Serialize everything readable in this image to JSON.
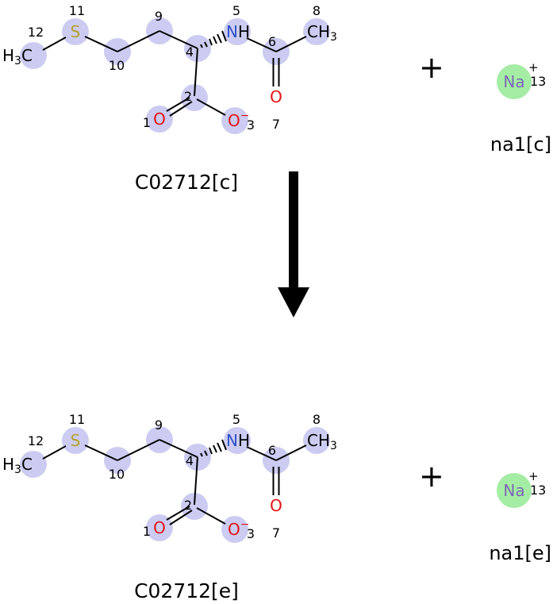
{
  "figure": {
    "background": "#ffffff"
  },
  "reaction": {
    "reactants": {
      "compound_label": "C02712[c]",
      "plus": "+",
      "ion_label": "na1[c]"
    },
    "products": {
      "compound_label": "C02712[e]",
      "plus": "+",
      "ion_label": "na1[e]"
    }
  },
  "ion": {
    "symbol": "Na",
    "charge": "+",
    "map_number": "13"
  },
  "molecule": {
    "atoms": {
      "o1": {
        "number": "1",
        "symbol": "O"
      },
      "c2": {
        "number": "2"
      },
      "o3": {
        "number": "3",
        "symbol": "O",
        "charge": "−"
      },
      "c4": {
        "number": "4"
      },
      "n5": {
        "number": "5",
        "n": "N",
        "h": "H"
      },
      "c6": {
        "number": "6"
      },
      "o7": {
        "number": "7",
        "symbol": "O"
      },
      "c8": {
        "number": "8",
        "c": "C",
        "h": "H",
        "sub": "3"
      },
      "c9": {
        "number": "9"
      },
      "c10": {
        "number": "10"
      },
      "s11": {
        "number": "11",
        "symbol": "S"
      },
      "c12": {
        "number": "12",
        "h": "H",
        "sub": "3",
        "c": "C"
      }
    }
  },
  "colors": {
    "atom_highlight": "#ccccf2",
    "ion_highlight": "#a5eda5",
    "sulfur": "#b3a22a",
    "nitrogen": "#3050c8",
    "oxygen": "#e01414",
    "sodium": "#7b68b5",
    "bond": "#000000"
  }
}
